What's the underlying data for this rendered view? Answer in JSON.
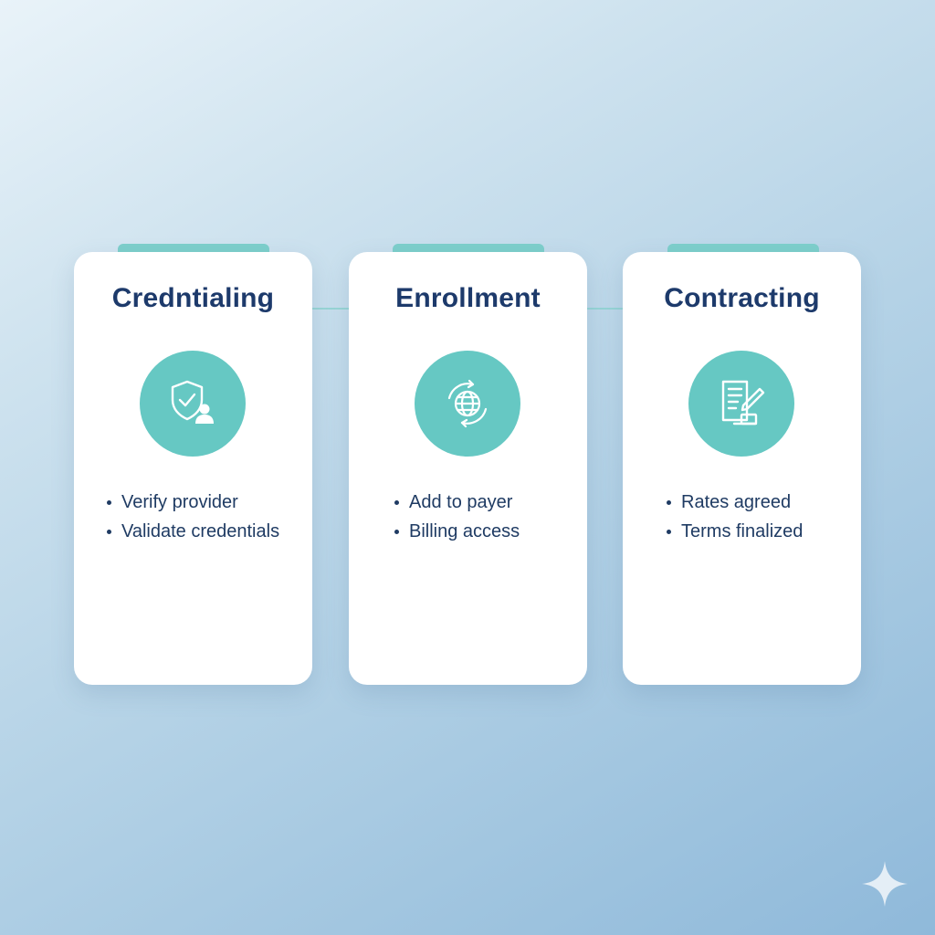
{
  "theme": {
    "accent": "#66c8c3",
    "title_color": "#1d3a6b",
    "text_color": "#1f3b63",
    "card_background": "#ffffff"
  },
  "cards": [
    {
      "title": "Credntialing",
      "icon": "shield-user-icon",
      "bullets": [
        "Verify provider",
        "Validate credentials"
      ]
    },
    {
      "title": "Enrollment",
      "icon": "globe-sync-icon",
      "bullets": [
        "Add to payer",
        "Billing access"
      ]
    },
    {
      "title": "Contracting",
      "icon": "document-pen-icon",
      "bullets": [
        "Rates agreed",
        "Terms finalized"
      ]
    }
  ],
  "watermark": {
    "icon": "sparkle-icon"
  }
}
